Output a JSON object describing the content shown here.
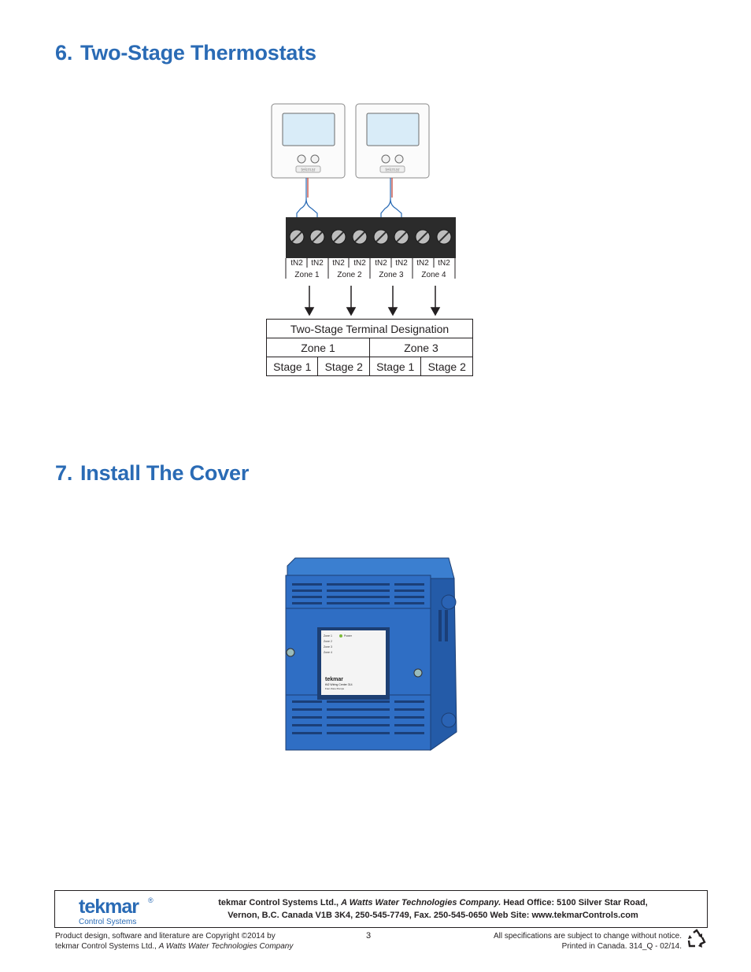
{
  "sections": {
    "s6": {
      "number": "6.",
      "title": "Two-Stage Thermostats"
    },
    "s7": {
      "number": "7.",
      "title": "Install The Cover"
    }
  },
  "diagram": {
    "thermostat_brand": "tekmar",
    "terminals": [
      "tN2",
      "tN2",
      "tN2",
      "tN2",
      "tN2",
      "tN2",
      "tN2",
      "tN2"
    ],
    "zones": [
      "Zone 1",
      "Zone 2",
      "Zone 3",
      "Zone 4"
    ]
  },
  "terminal_table": {
    "title": "Two-Stage Terminal Designation",
    "zones": [
      "Zone 1",
      "Zone 3"
    ],
    "stages": [
      "Stage 1",
      "Stage 2",
      "Stage 1",
      "Stage 2"
    ]
  },
  "device_panel": {
    "zone_labels": [
      "Zone 1",
      "Zone 2",
      "Zone 3",
      "Zone 4"
    ],
    "power": "Power",
    "brand": "tekmar",
    "model": "tN2 Wiring Center 314",
    "sub": "Four Zone Pumps"
  },
  "footer": {
    "logo_brand": "tekmar",
    "logo_reg": "®",
    "logo_sub": "Control Systems",
    "line1_a": "tekmar Control Systems Ltd., ",
    "line1_b": "A Watts Water Technologies Company.",
    "line1_c": " Head Office: 5100 Silver Star Road,",
    "line2": "Vernon, B.C. Canada V1B 3K4, 250-545-7749, Fax. 250-545-0650 Web Site: www.tekmarControls.com",
    "copyright_1": "Product design, software and literature are Copyright ©2014 by",
    "copyright_2a": "tekmar Control Systems Ltd., ",
    "copyright_2b": "A Watts Water Technologies Company",
    "page_number": "3",
    "spec_1": "All specifications are subject to change without notice.",
    "spec_2": "Printed in Canada. 314_Q - 02/14."
  },
  "colors": {
    "heading": "#2a6bb5",
    "device_blue": "#2f6ec4"
  }
}
